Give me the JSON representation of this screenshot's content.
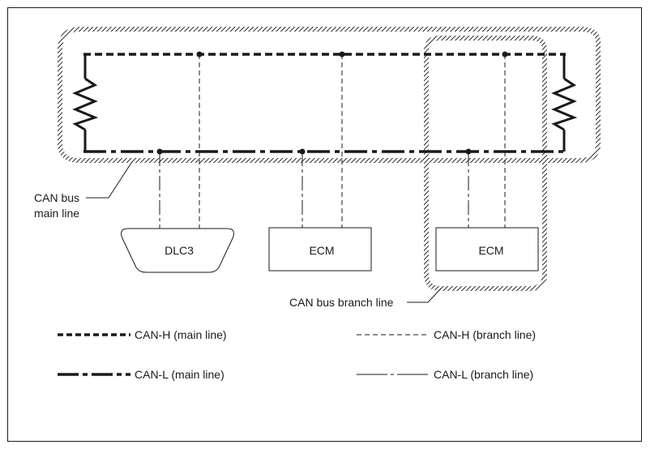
{
  "labels": {
    "main_line_1": "CAN bus",
    "main_line_2": "main line",
    "branch_line": "CAN bus branch line"
  },
  "nodes": {
    "dlc3": "DLC3",
    "ecm_1": "ECM",
    "ecm_2": "ECM"
  },
  "legend": {
    "can_h_main": "CAN-H (main line)",
    "can_l_main": "CAN-L (main line)",
    "can_h_branch": "CAN-H (branch line)",
    "can_l_branch": "CAN-L (branch line)"
  },
  "colors": {
    "line": "#1a1a1a",
    "hatch": "#3a3a3a",
    "background": "#ffffff"
  }
}
